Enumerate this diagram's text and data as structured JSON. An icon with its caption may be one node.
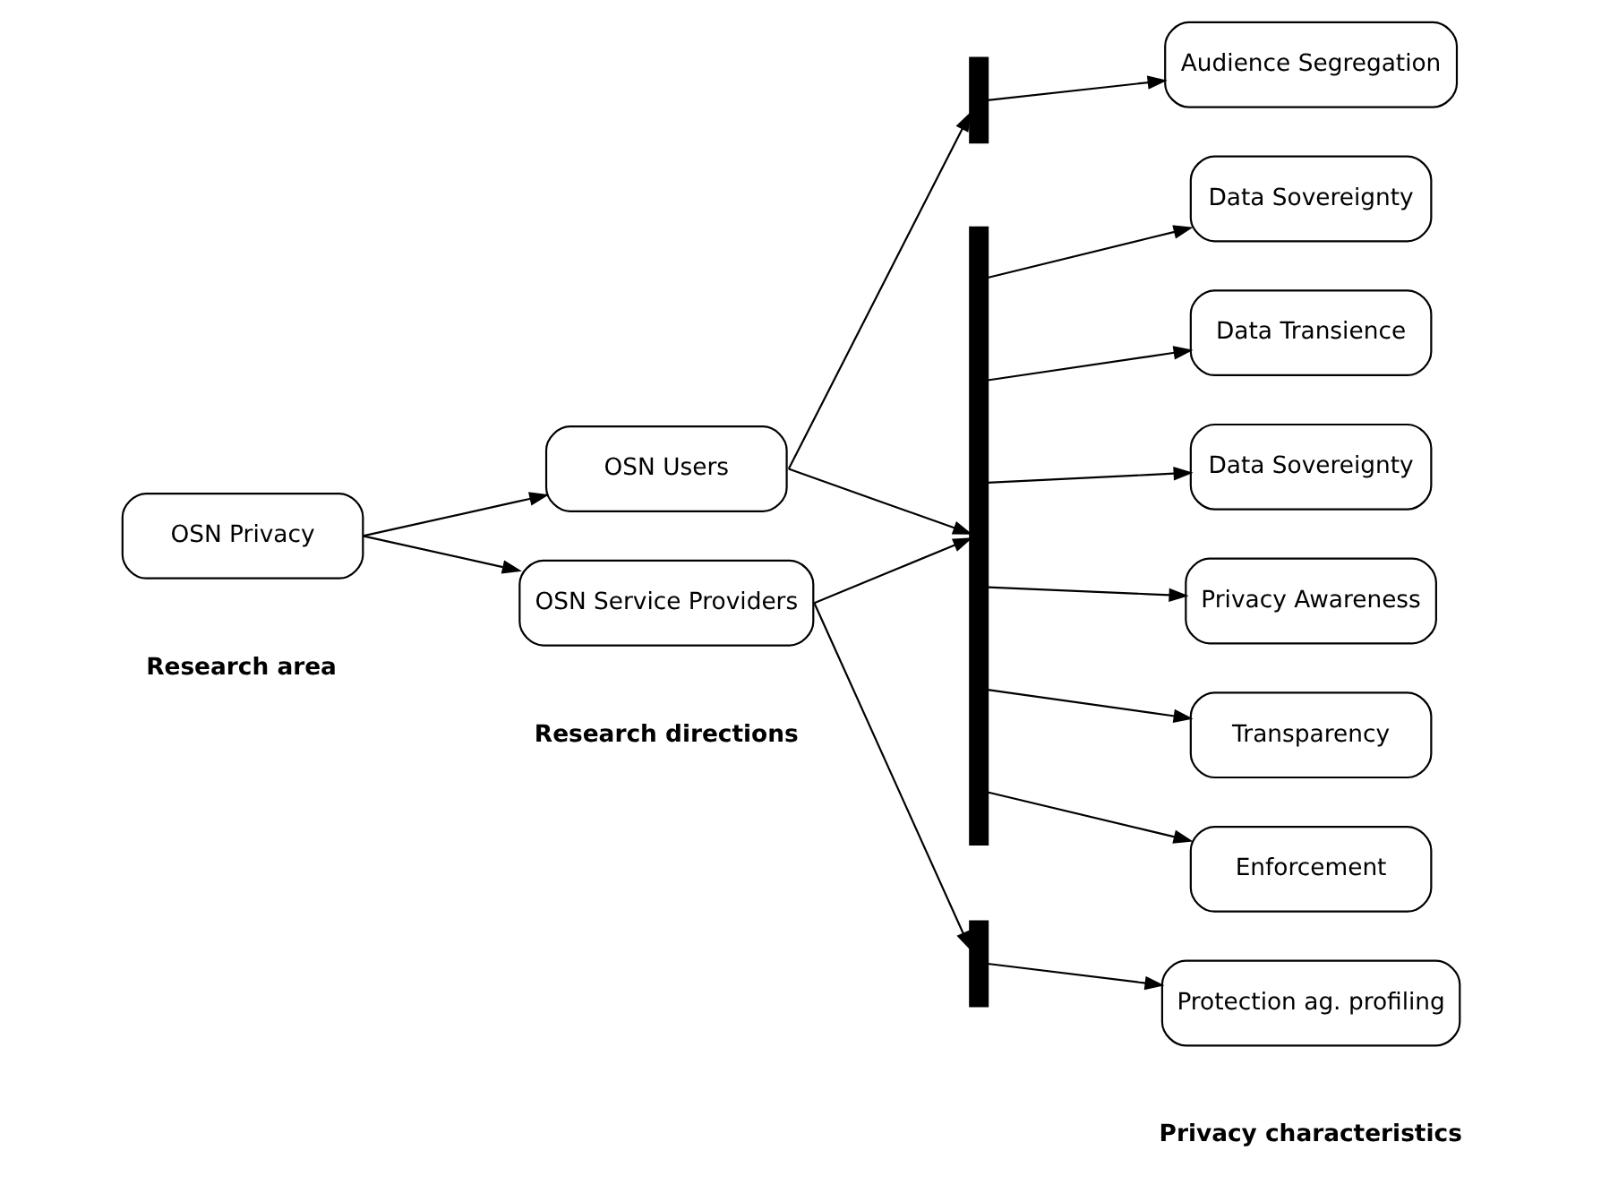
{
  "diagram": {
    "nodes": [
      {
        "text": [
          "OSN Privacy"
        ]
      },
      {
        "text": [
          "OSN Users"
        ]
      },
      {
        "text": [
          "OSN Service Providers"
        ]
      },
      {
        "text": [],
        "shape": "bar"
      },
      {
        "text": [],
        "shape": "bar"
      },
      {
        "text": [],
        "shape": "bar"
      },
      {
        "text": [
          "Audience Segregation"
        ]
      },
      {
        "text": [
          "Data Sovereignty"
        ]
      },
      {
        "text": [
          "Data Transience"
        ]
      },
      {
        "text": [
          "Data Sovereignty"
        ]
      },
      {
        "text": [
          "Privacy Awareness"
        ]
      },
      {
        "text": [
          "Transparency"
        ]
      },
      {
        "text": [
          "Enforcement"
        ]
      },
      {
        "text": [
          "Protection ag. profiling"
        ]
      }
    ],
    "edges": [
      {
        "from": 0,
        "to": 1,
        "arrow": "to"
      },
      {
        "from": 0,
        "to": 2,
        "arrow": "to"
      },
      {
        "from": 1,
        "to": 3,
        "arrow": "to"
      },
      {
        "from": 1,
        "to": 4,
        "arrow": "to"
      },
      {
        "from": 2,
        "to": 4,
        "arrow": "to"
      },
      {
        "from": 2,
        "to": 5,
        "arrow": "to"
      },
      {
        "from": 3,
        "to": 6,
        "arrow": "to"
      },
      {
        "from": 4,
        "to": 7,
        "arrow": "to"
      },
      {
        "from": 4,
        "to": 8,
        "arrow": "to"
      },
      {
        "from": 4,
        "to": 9,
        "arrow": "to"
      },
      {
        "from": 4,
        "to": 10,
        "arrow": "to"
      },
      {
        "from": 4,
        "to": 11,
        "arrow": "to"
      },
      {
        "from": 4,
        "to": 12,
        "arrow": "to"
      },
      {
        "from": 5,
        "to": 13,
        "arrow": "to"
      }
    ],
    "labels": [
      "Research area",
      "Research directions",
      "Privacy characteristics"
    ]
  }
}
